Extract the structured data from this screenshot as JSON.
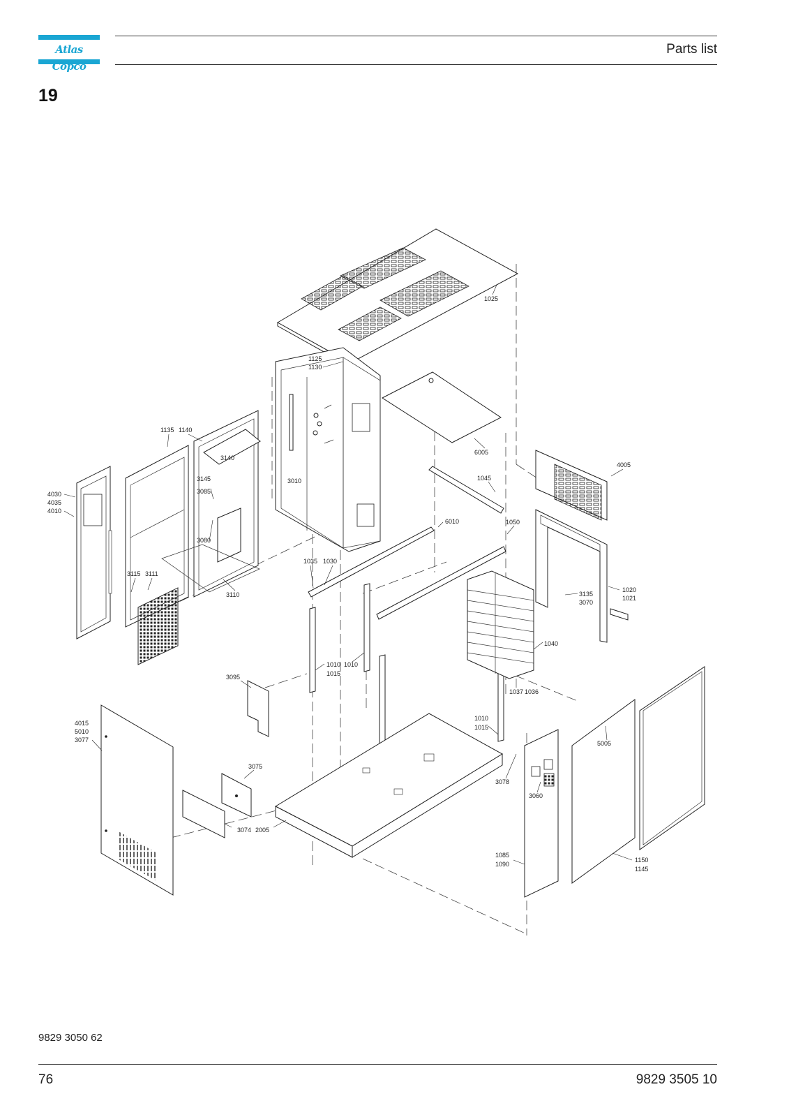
{
  "header": {
    "brand": "Atlas Copco",
    "title": "Parts list"
  },
  "section": {
    "number": "19"
  },
  "drawing": {
    "part_labels": [
      "1025",
      "1125",
      "1130",
      "6005",
      "1135",
      "1140",
      "3140",
      "3145",
      "3085",
      "3010",
      "3080",
      "4030",
      "4035",
      "4010",
      "1045",
      "6010",
      "1050",
      "4005",
      "1035",
      "1030",
      "3115",
      "3111",
      "3110",
      "3135",
      "3070",
      "1020",
      "1021",
      "1040",
      "1010",
      "1010",
      "1015",
      "3095",
      "1037",
      "1036",
      "4015",
      "5010",
      "3077",
      "1010",
      "1015",
      "5005",
      "3075",
      "3078",
      "3060",
      "3074",
      "2005",
      "1085",
      "1090",
      "1150",
      "1145"
    ]
  },
  "footer": {
    "doc_number": "9829 3050 62",
    "page_number": "76",
    "manual_number": "9829 3505 10"
  }
}
